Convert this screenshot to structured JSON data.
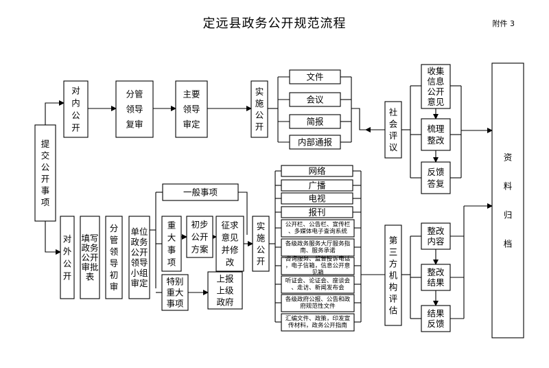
{
  "title": "定远县政务公开规范流程",
  "annex": "附件 3",
  "boxes": {
    "submit": "提交公开事项",
    "internal": "对内公开",
    "internal_review": "分管领导复审",
    "internal_decide": "主要领导审定",
    "internal_impl": "实施公开",
    "internal_channels": [
      "文件",
      "会议",
      "简报",
      "内部通报"
    ],
    "social_eval": "社会评议",
    "collect": "收集信息公开意见",
    "sort": "梳理整改",
    "feedback": "反馈答复",
    "archive": "资料归档",
    "external": "对外公开",
    "fill_form": "填写政务公开审批表",
    "first_review": "分管领导初审",
    "unit_review": "单位政务公开领导小组审定",
    "general_item": "一般事项",
    "major_item": "重大事项",
    "draft_plan": "初步公开方案",
    "solicit": "征求意见并修改",
    "special_item": "特别重大事项",
    "report_gov": "上报上级政府",
    "external_impl": "实施公开",
    "external_channels": [
      "网络",
      "广播",
      "电视",
      "报刊",
      "公开栏、公告栏、宣传栏、多媒体电子查询系统",
      "各级政务服务大厅服务指南、服务承诺",
      "咨询服务、监督投诉电话，电子信箱，信息公开意见箱",
      "听证会、论证会、座谈会、走访、新闻发布会",
      "各级政府公报、公告和政府规范性文件",
      "汇编文件、政策，印发宣传材料，政务公开指南"
    ],
    "third_party": "第三方机构评估",
    "rectify_content": "整改内容",
    "rectify_result": "整改结果",
    "result_feedback": "结果反馈"
  }
}
